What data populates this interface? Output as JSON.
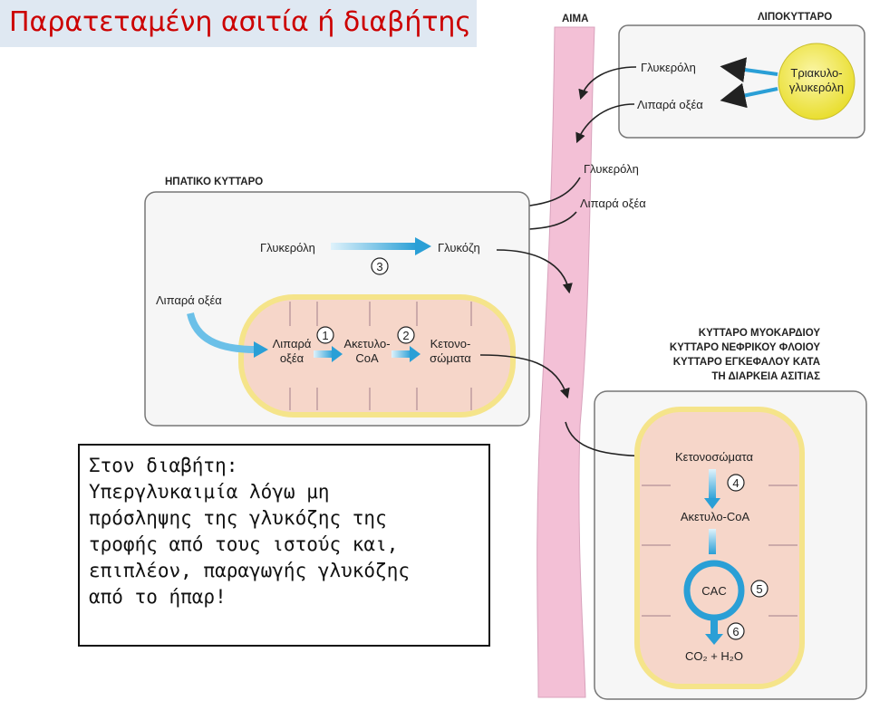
{
  "title": "Παρατεταμένη ασιτία ή διαβήτης",
  "labels": {
    "blood": "ΑΙΜΑ",
    "adipocyte": "ΛΙΠΟΚΥΤΤΑΡΟ",
    "liver_cell": "ΗΠΑΤΙΚΟ ΚΥΤΤΑΡΟ",
    "target_cells": [
      "ΚΥΤΤΑΡΟ ΜΥΟΚΑΡΔΙΟΥ",
      "ΚΥΤΤΑΡΟ ΝΕΦΡΙΚΟΥ ΦΛΟΙΟΥ",
      "ΚΥΤΤΑΡΟ ΕΓΚΕΦΑΛΟΥ ΚΑΤΑ",
      "ΤΗ ΔΙΑΡΚΕΙΑ ΑΣΙΤΙΑΣ"
    ]
  },
  "adipocyte": {
    "glycerol": "Γλυκερόλη",
    "fatty_acids": "Λιπαρά οξέα",
    "triacylglycerol_line1": "Τριακυλο-",
    "triacylglycerol_line2": "γλυκερόλη"
  },
  "blood_stream": {
    "glycerol": "Γλυκερόλη",
    "fatty_acids": "Λιπαρά οξέα"
  },
  "liver": {
    "glycerol": "Γλυκερόλη",
    "glucose": "Γλυκόζη",
    "step3": "3",
    "fatty_acids": "Λιπαρά οξέα",
    "mito_fatty_acids_line1": "Λιπαρά",
    "mito_fatty_acids_line2": "οξέα",
    "acetyl_coa_line1": "Ακετυλο-",
    "acetyl_coa_line2": "CoA",
    "ketone_bodies_line1": "Κετονο-",
    "ketone_bodies_line2": "σώματα",
    "step1": "1",
    "step2": "2"
  },
  "target": {
    "ketone_bodies": "Κετονοσώματα",
    "step4": "4",
    "acetyl_coa": "Ακετυλο-CoA",
    "cac": "CAC",
    "step5": "5",
    "step6": "6",
    "products": "CO₂ + H₂O"
  },
  "note_lines": [
    "Στον διαβήτη:",
    "Υπεργλυκαιμία λόγω μη",
    "πρόσληψης της γλυκόζης της",
    "τροφής από τους ιστούς και,",
    "επιπλέον, παραγωγής γλυκόζης",
    "από το ήπαρ!"
  ],
  "colors": {
    "title_text": "#cc0000",
    "title_bg": "#dfe8f2",
    "blood_vessel": "#f3c0d6",
    "mitochondria_fill": "#f6d6c9",
    "mitochondria_border": "#f5e48a",
    "arrow_blue": "#2a9fd6",
    "fat_droplet": "#f5e94a"
  }
}
